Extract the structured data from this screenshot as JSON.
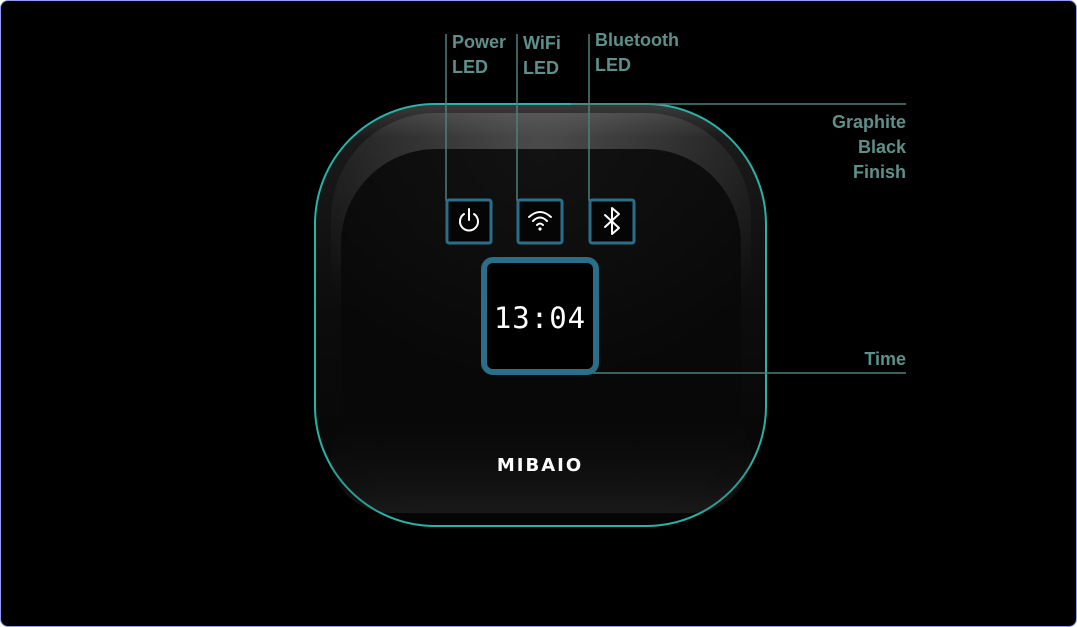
{
  "device": {
    "brand": "MIBAIO",
    "time_display": "13:04",
    "icons": [
      "power-icon",
      "wifi-icon",
      "bluetooth-icon"
    ]
  },
  "callouts": {
    "power": [
      "Power",
      "LED"
    ],
    "wifi": [
      "WiFi",
      "LED"
    ],
    "bluetooth": [
      "Bluetooth",
      "LED"
    ],
    "finish": [
      "Graphite",
      "Black",
      "Finish"
    ],
    "time": "Time"
  },
  "colors": {
    "background": "#000000",
    "outline": "#27b3a6",
    "accent": "#2b6e88",
    "label": "#5f8f8a",
    "leader": "#4f7f79",
    "frame_border": "#8f9cf0"
  }
}
